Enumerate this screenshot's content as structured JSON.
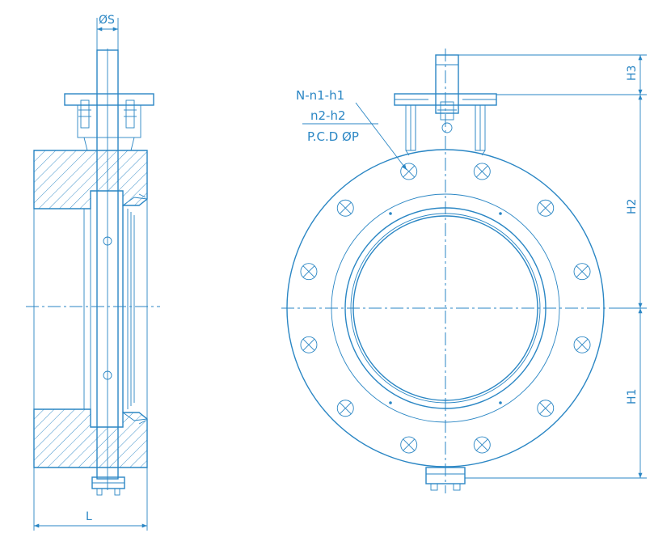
{
  "labels": {
    "shaft_dia": "ØS",
    "length": "L",
    "bolt_spec_1": "N-n1-h1",
    "bolt_spec_2": "n2-h2",
    "pcd": "P.C.D ØP",
    "h1": "H1",
    "h2": "H2",
    "h3": "H3"
  },
  "colors": {
    "line": "#2a86c4",
    "background": "#ffffff"
  }
}
